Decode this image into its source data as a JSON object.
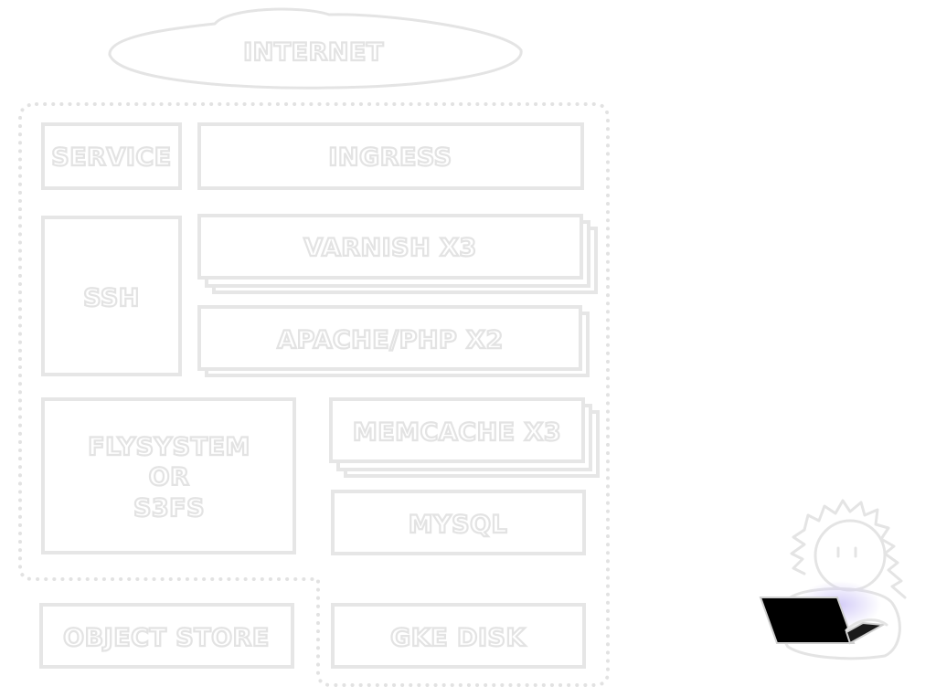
{
  "diagram": {
    "internet": "INTERNET",
    "service": "SERVICE",
    "ingress": "INGRESS",
    "ssh": "SSH",
    "varnish": "VARNISH X3",
    "apache": "APACHE/PHP X2",
    "flysystem": [
      "FLYSYSTEM",
      "OR",
      "S3FS"
    ],
    "memcache": "MEMCACHE X3",
    "mysql": "MYSQL",
    "object_store": "OBJECT STORE",
    "gke_disk": "GKE DISK"
  },
  "colors": {
    "outline": "#e6e6e6",
    "laptop": "#000000",
    "screen_glow": "#d6d0f5"
  },
  "icons": {
    "user": "user-with-laptop-icon"
  }
}
